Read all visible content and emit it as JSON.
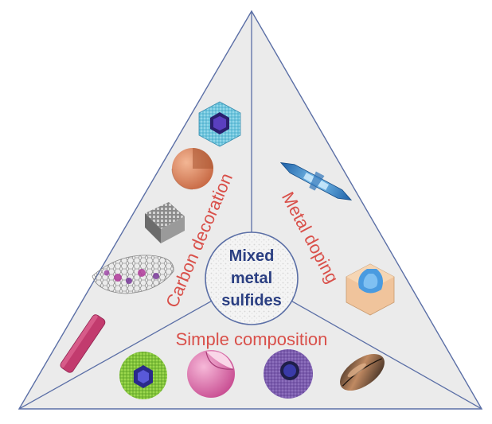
{
  "center": {
    "line1": "Mixed",
    "line2": "metal",
    "line3": "sulfides"
  },
  "sections": {
    "left": "Carbon decoration",
    "right": "Metal doping",
    "bottom": "Simple composition"
  },
  "colors": {
    "triangle_fill": "#ebebeb",
    "line": "#5b6fa6",
    "label_text": "#d9504a",
    "center_text": "#2b3f82"
  },
  "icons": [
    "hollow-cube-icon",
    "sphere-icon",
    "nanowire-mesh-icon",
    "graphene-sheet-icon",
    "nanorod-icon",
    "needle-rod-icon",
    "core-shell-cube-icon",
    "yolk-shell-cube-icon",
    "hollow-sphere-icon",
    "porous-sphere-icon",
    "spindle-icon"
  ]
}
